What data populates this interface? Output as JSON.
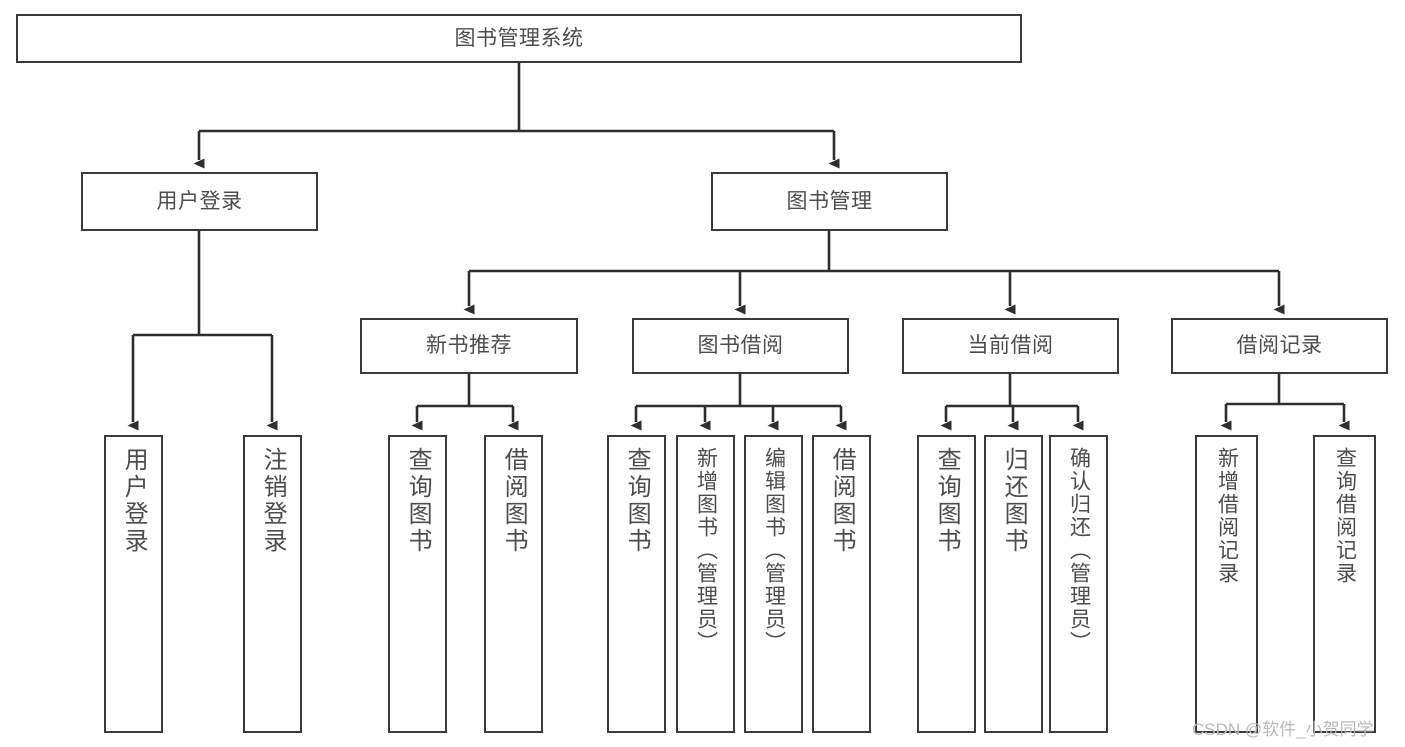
{
  "diagram": {
    "type": "tree-hierarchy",
    "title": "图书管理系统",
    "orientation": "top-down",
    "colors": {
      "box_border": "#3a3a3a",
      "box_fill": "#ffffff",
      "text": "#4d4d4d",
      "edge": "#2e2e2e",
      "watermark": "#b9b9b9"
    },
    "levels": [
      {
        "level": 1,
        "nodes": [
          {
            "id": "root",
            "label": "图书管理系统"
          }
        ]
      },
      {
        "level": 2,
        "nodes": [
          {
            "id": "login",
            "label": "用户登录",
            "parent": "root"
          },
          {
            "id": "bookmgmt",
            "label": "图书管理",
            "parent": "root"
          }
        ]
      },
      {
        "level": 3,
        "nodes": [
          {
            "id": "newbook",
            "label": "新书推荐",
            "parent": "bookmgmt"
          },
          {
            "id": "borrow",
            "label": "图书借阅",
            "parent": "bookmgmt"
          },
          {
            "id": "current",
            "label": "当前借阅",
            "parent": "bookmgmt"
          },
          {
            "id": "records",
            "label": "借阅记录",
            "parent": "bookmgmt"
          }
        ]
      },
      {
        "level": 4,
        "nodes": [
          {
            "id": "leaf-user-login",
            "label": "用户登录",
            "parent": "login"
          },
          {
            "id": "leaf-user-logout",
            "label": "注销登录",
            "parent": "login"
          },
          {
            "id": "leaf-query-book-1",
            "label": "查询图书",
            "parent": "newbook"
          },
          {
            "id": "leaf-borrow-book-1",
            "label": "借阅图书",
            "parent": "newbook"
          },
          {
            "id": "leaf-query-book-2",
            "label": "查询图书",
            "parent": "borrow"
          },
          {
            "id": "leaf-add-book",
            "label": "新增图书（管理员）",
            "parent": "borrow"
          },
          {
            "id": "leaf-edit-book",
            "label": "编辑图书（管理员）",
            "parent": "borrow"
          },
          {
            "id": "leaf-borrow-book-2",
            "label": "借阅图书",
            "parent": "borrow"
          },
          {
            "id": "leaf-query-book-3",
            "label": "查询图书",
            "parent": "current"
          },
          {
            "id": "leaf-return-book",
            "label": "归还图书",
            "parent": "current"
          },
          {
            "id": "leaf-confirm-return",
            "label": "确认归还（管理员）",
            "parent": "current"
          },
          {
            "id": "leaf-add-record",
            "label": "新增借阅记录",
            "parent": "records"
          },
          {
            "id": "leaf-query-record",
            "label": "查询借阅记录",
            "parent": "records"
          }
        ]
      }
    ]
  },
  "watermark": {
    "text": "CSDN @软件_小贺同学"
  }
}
